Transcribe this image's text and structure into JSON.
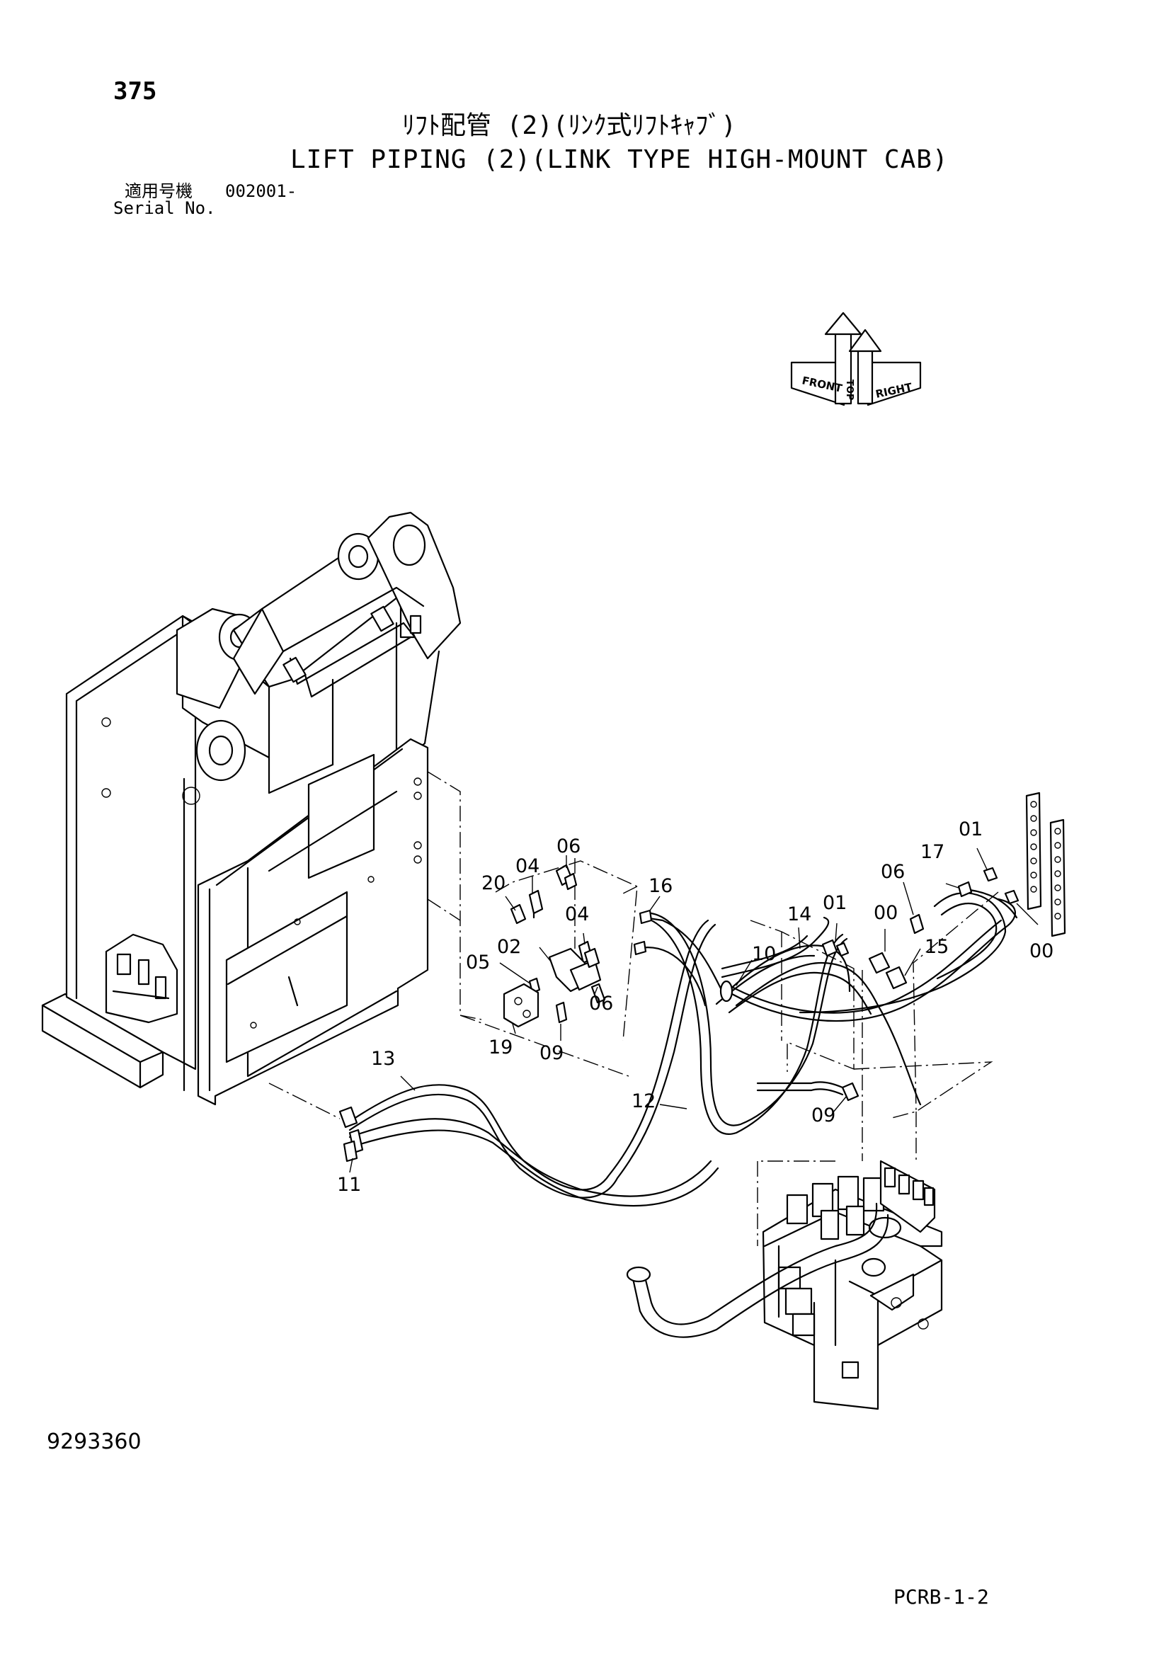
{
  "header": {
    "page_number": "375",
    "title_jp": "ﾘﾌﾄ配管 (2)(ﾘﾝｸ式ﾘﾌﾄｷｬﾌﾞ)",
    "title_en": "LIFT PIPING (2)(LINK TYPE HIGH-MOUNT CAB)",
    "serial_label_jp": "適用号機",
    "serial_value": "002001-",
    "serial_label_en": "Serial No."
  },
  "orientation": {
    "labels": [
      "TOP",
      "FRONT",
      "RIGHT"
    ]
  },
  "callouts": [
    {
      "id": "06"
    },
    {
      "id": "04"
    },
    {
      "id": "20"
    },
    {
      "id": "16"
    },
    {
      "id": "04"
    },
    {
      "id": "02"
    },
    {
      "id": "05"
    },
    {
      "id": "06"
    },
    {
      "id": "19"
    },
    {
      "id": "09"
    },
    {
      "id": "13"
    },
    {
      "id": "11"
    },
    {
      "id": "12"
    },
    {
      "id": "10"
    },
    {
      "id": "14"
    },
    {
      "id": "01"
    },
    {
      "id": "00"
    },
    {
      "id": "06"
    },
    {
      "id": "15"
    },
    {
      "id": "17"
    },
    {
      "id": "01"
    },
    {
      "id": "00"
    },
    {
      "id": "09"
    }
  ],
  "footer": {
    "doc_number": "9293360",
    "page_code": "PCRB-1-2"
  }
}
